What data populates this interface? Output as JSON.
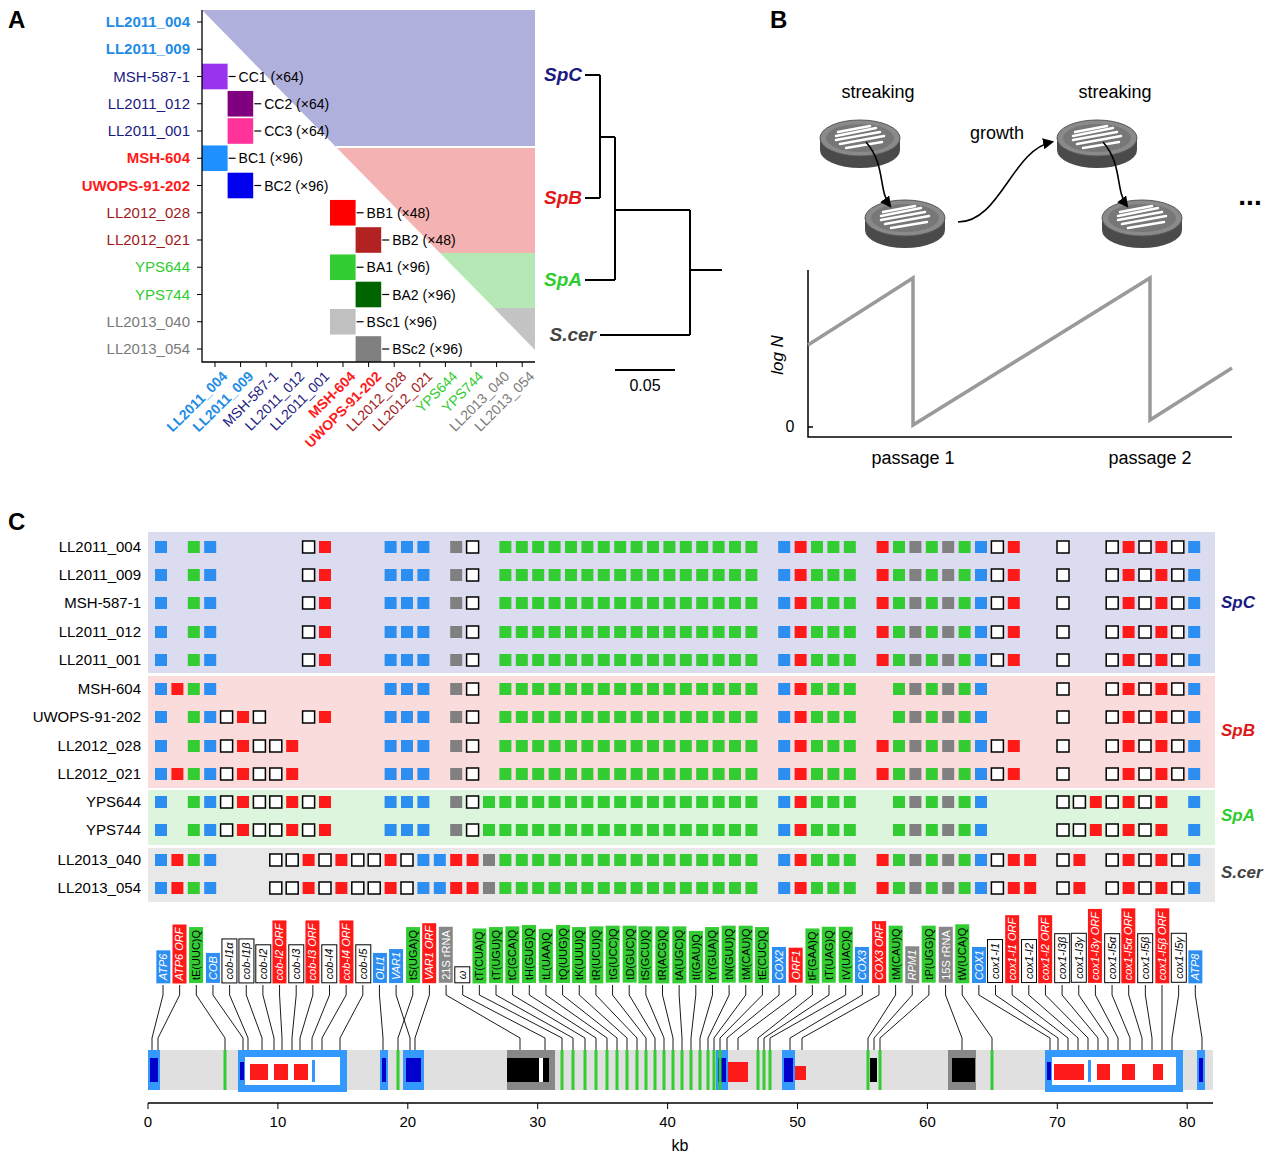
{
  "diagram": {
    "nodes": [
      {
        "text": [
          "ATP6"
        ]
      },
      {
        "text": [
          "ATP6 ORF"
        ]
      },
      {
        "text": [
          "tE(UUC)Q"
        ]
      },
      {
        "text": [
          "COB"
        ]
      },
      {
        "text": [
          "cob-I1α"
        ]
      },
      {
        "text": [
          "cob-I1β"
        ]
      },
      {
        "text": [
          "cob-I2"
        ]
      },
      {
        "text": [
          "cob-I2 ORF"
        ]
      },
      {
        "text": [
          "cob-I3"
        ]
      },
      {
        "text": [
          "cob-I3 ORF"
        ]
      },
      {
        "text": [
          "cob-I4"
        ]
      },
      {
        "text": [
          "cob-I4 ORF"
        ]
      },
      {
        "text": [
          "cob-I5"
        ]
      },
      {
        "text": [
          "OLI1"
        ]
      },
      {
        "text": [
          "VAR1"
        ]
      },
      {
        "text": [
          "tS(UGA)Q"
        ]
      },
      {
        "text": [
          "VAR1 ORF"
        ]
      },
      {
        "text": [
          "21S rRNA"
        ]
      },
      {
        "text": [
          "ω"
        ]
      },
      {
        "text": [
          "tT(CUA)Q"
        ]
      },
      {
        "text": [
          "tT(UGU)Q"
        ]
      },
      {
        "text": [
          "tC(GCA)Q"
        ]
      },
      {
        "text": [
          "tH(GUG)Q"
        ]
      },
      {
        "text": [
          "tL(UAA)Q"
        ]
      },
      {
        "text": [
          "tQ(UUG)Q"
        ]
      },
      {
        "text": [
          "tK(UUU)Q"
        ]
      },
      {
        "text": [
          "tR(UCU)Q"
        ]
      },
      {
        "text": [
          "tG(UCC)Q"
        ]
      },
      {
        "text": [
          "tD(GUC)Q"
        ]
      },
      {
        "text": [
          "tS(GCU)Q"
        ]
      },
      {
        "text": [
          "tR(ACG)Q"
        ]
      },
      {
        "text": [
          "tA(UGC)Q"
        ]
      },
      {
        "text": [
          "tI(GAU)Q"
        ]
      },
      {
        "text": [
          "tY(GUA)Q"
        ]
      },
      {
        "text": [
          "tN(GUU)Q"
        ]
      },
      {
        "text": [
          "tM(CAU)Q"
        ]
      },
      {
        "text": [
          "tE(CUC)Q"
        ]
      },
      {
        "text": [
          "COX2"
        ]
      },
      {
        "text": [
          "ORF1"
        ]
      },
      {
        "text": [
          "tF(GAA)Q"
        ]
      },
      {
        "text": [
          "tT(UAG)Q"
        ]
      },
      {
        "text": [
          "tV(UAC)Q"
        ]
      },
      {
        "text": [
          "COX3"
        ]
      },
      {
        "text": [
          "COX3 ORF"
        ]
      },
      {
        "text": [
          "tM(CAU)Q"
        ]
      },
      {
        "text": [
          "RPM1"
        ]
      },
      {
        "text": [
          "tP(UGG)Q"
        ]
      },
      {
        "text": [
          "15S rRNA"
        ]
      },
      {
        "text": [
          "tW(UCA)Q"
        ]
      },
      {
        "text": [
          "COX1"
        ]
      },
      {
        "text": [
          "cox1-I1"
        ]
      },
      {
        "text": [
          "cox1-I1 ORF"
        ]
      },
      {
        "text": [
          "cox1-I2"
        ]
      },
      {
        "text": [
          "cox1-I2 ORF"
        ]
      },
      {
        "text": [
          "cox1-I3β"
        ]
      },
      {
        "text": [
          "cox1-I3γ"
        ]
      },
      {
        "text": [
          "cox1-I3γ ORF"
        ]
      },
      {
        "text": [
          "cox1-I5α"
        ]
      },
      {
        "text": [
          "cox1-I5α ORF"
        ]
      },
      {
        "text": [
          "cox1-I5β"
        ]
      },
      {
        "text": [
          "cox1-I5β ORF"
        ]
      },
      {
        "text": [
          "cox1-I5γ"
        ]
      },
      {
        "text": [
          "ATP8"
        ]
      }
    ],
    "labels": [
      "A",
      "B",
      "C",
      "LL2011_004",
      "LL2011_009",
      "MSH-587-1",
      "LL2011_012",
      "LL2011_001",
      "MSH-604",
      "UWOPS-91-202",
      "LL2012_028",
      "LL2012_021",
      "YPS644",
      "YPS744",
      "LL2013_040",
      "LL2013_054",
      "CC1 (×64)",
      "CC2 (×64)",
      "CC3 (×64)",
      "BC1 (×96)",
      "BC2 (×96)",
      "BB1 (×48)",
      "BB2 (×48)",
      "BA1 (×96)",
      "BA2 (×96)",
      "BSc1 (×96)",
      "BSc2 (×96)",
      "LL2011_004",
      "LL2011_009",
      "MSH-587-1",
      "LL2011_012",
      "LL2011_001",
      "MSH-604",
      "UWOPS-91-202",
      "LL2012_028",
      "LL2012_021",
      "YPS644",
      "YPS744",
      "LL2013_040",
      "LL2013_054",
      "SpC",
      "SpB",
      "SpA",
      "S.cer",
      "0.05",
      "streaking",
      "growth",
      "streaking",
      "log N",
      "0",
      "passage 1",
      "passage 2",
      "...",
      "LL2011_004",
      "LL2011_009",
      "MSH-587-1",
      "LL2011_012",
      "LL2011_001",
      "MSH-604",
      "UWOPS-91-202",
      "LL2012_028",
      "LL2012_021",
      "YPS644",
      "YPS744",
      "LL2013_040",
      "LL2013_054",
      "SpC",
      "SpB",
      "SpA",
      "S.cer",
      "0",
      "10",
      "20",
      "30",
      "40",
      "50",
      "60",
      "70",
      "80",
      "kb"
    ]
  }
}
